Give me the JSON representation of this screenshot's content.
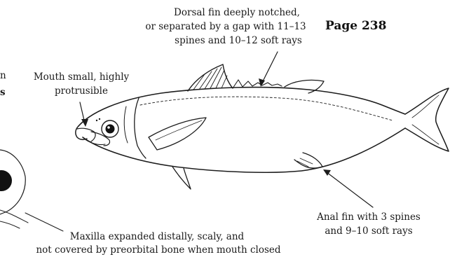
{
  "page_label": "Page 238",
  "annotations": {
    "dorsal": {
      "lines": [
        "Dorsal fin deeply notched,",
        "or separated by a gap with 11–13",
        "spines and 10–12 soft rays"
      ]
    },
    "mouth": {
      "lines": [
        "Mouth small, highly",
        "protrusible"
      ]
    },
    "anal": {
      "lines": [
        "Anal fin with 3 spines",
        "and 9–10 soft rays"
      ]
    },
    "maxilla": {
      "lines": [
        "Maxilla expanded distally, scaly, and",
        "not covered by preorbital bone when mouth closed"
      ]
    }
  },
  "partial_left_glyphs": {
    "line1": "n",
    "line2": "s"
  }
}
